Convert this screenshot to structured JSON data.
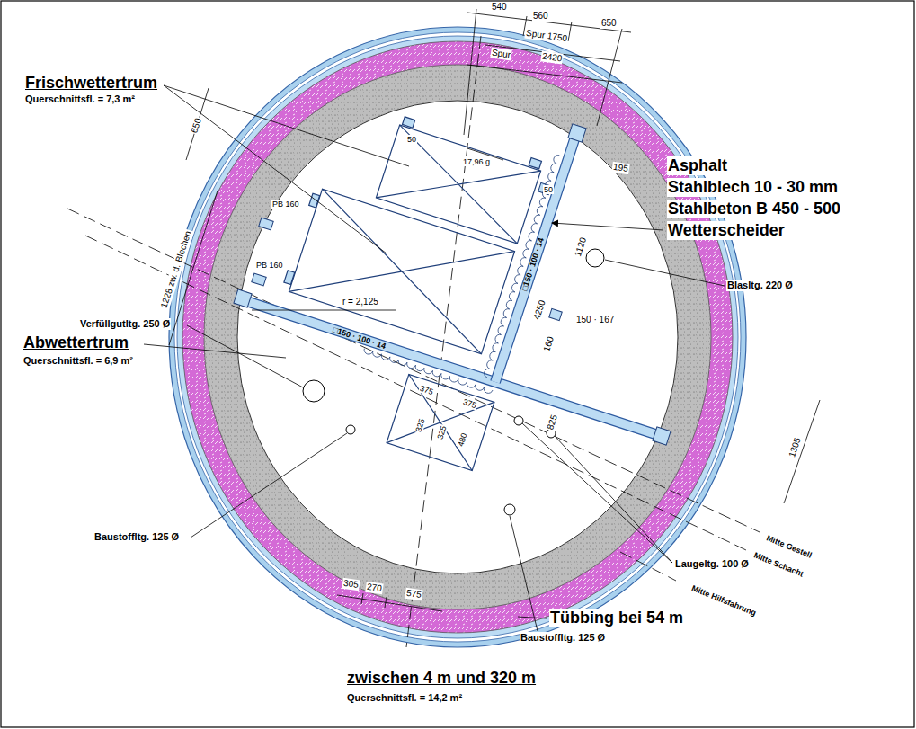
{
  "diagram": {
    "title": "zwischen 4 m und 320 m",
    "caption": "Querschnittsfl. = 14,2 m²",
    "labels": [
      "Frischwettertrum",
      "Querschnittsfl. = 7,3 m²",
      "Abwettertrum",
      "Querschnittsfl. = 6,9 m²",
      "Asphalt",
      "Stahlblech 10 - 30 mm",
      "Stahlbeton B 450 - 500",
      "Wetterscheider",
      "Blasltg. 220 Ø",
      "Verfüllgutltg. 250 Ø",
      "Baustoffltg. 125 Ø",
      "Laugeltg. 100 Ø",
      "Tübbing bei 54 m",
      "Baustoffltg. 125 Ø",
      "Mitte Gestell",
      "Mitte Schacht",
      "Mitte Hilfsfahrung",
      "540",
      "560",
      "650",
      "Spur 1750",
      "Spur",
      "2420",
      "195",
      "650",
      "1228 zw. d. Blechen",
      "50",
      "50",
      "17,96 g",
      "PB 160",
      "PB 160",
      "r = 2,125",
      "4250",
      "□150 · 100 · 14",
      "150 · 167",
      "1120",
      "160",
      "825",
      "1305",
      "□150 · 100 · 14",
      "375",
      "375",
      "325",
      "325",
      "480",
      "305",
      "270",
      "575"
    ]
  }
}
